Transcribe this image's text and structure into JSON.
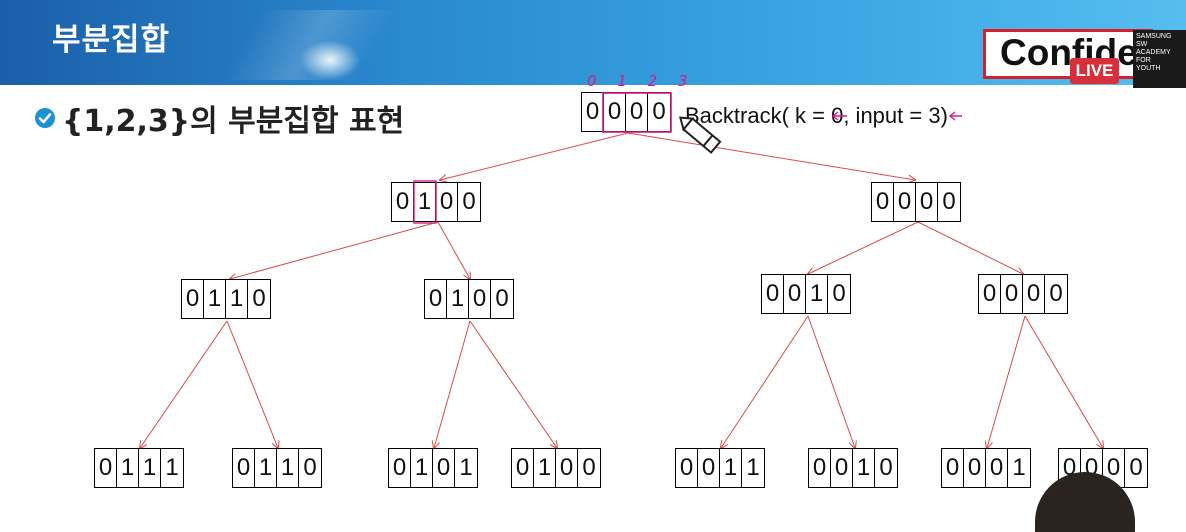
{
  "header": {
    "title": "부분집합",
    "confidential": "Confide",
    "live": "LIVE",
    "logo_lines": [
      "SAMSUNG",
      "SW",
      "ACADEMY",
      "FOR",
      "YOUTH"
    ]
  },
  "subtitle": "{1,2,3}의 부분집합 표현",
  "call": "Backtrack( k = 0, input = 3)",
  "index_marks": "0 1 2 3",
  "colors": {
    "edge": "#d94a4a",
    "annotation": "#d81b84",
    "header_blue": "#2a8ad0"
  },
  "tree": {
    "nodes": [
      {
        "id": "root",
        "cells": [
          "0",
          "0",
          "0",
          "0"
        ]
      },
      {
        "id": "l1-left",
        "cells": [
          "0",
          "1",
          "0",
          "0"
        ]
      },
      {
        "id": "l1-right",
        "cells": [
          "0",
          "0",
          "0",
          "0"
        ]
      },
      {
        "id": "l2-a",
        "cells": [
          "0",
          "1",
          "1",
          "0"
        ]
      },
      {
        "id": "l2-b",
        "cells": [
          "0",
          "1",
          "0",
          "0"
        ]
      },
      {
        "id": "l2-c",
        "cells": [
          "0",
          "0",
          "1",
          "0"
        ]
      },
      {
        "id": "l2-d",
        "cells": [
          "0",
          "0",
          "0",
          "0"
        ]
      },
      {
        "id": "l3-a",
        "cells": [
          "0",
          "1",
          "1",
          "1"
        ]
      },
      {
        "id": "l3-b",
        "cells": [
          "0",
          "1",
          "1",
          "0"
        ]
      },
      {
        "id": "l3-c",
        "cells": [
          "0",
          "1",
          "0",
          "1"
        ]
      },
      {
        "id": "l3-d",
        "cells": [
          "0",
          "1",
          "0",
          "0"
        ]
      },
      {
        "id": "l3-e",
        "cells": [
          "0",
          "0",
          "1",
          "1"
        ]
      },
      {
        "id": "l3-f",
        "cells": [
          "0",
          "0",
          "1",
          "0"
        ]
      },
      {
        "id": "l3-g",
        "cells": [
          "0",
          "0",
          "0",
          "1"
        ]
      },
      {
        "id": "l3-h",
        "cells": [
          "0",
          "0",
          "0",
          "0"
        ]
      }
    ]
  }
}
